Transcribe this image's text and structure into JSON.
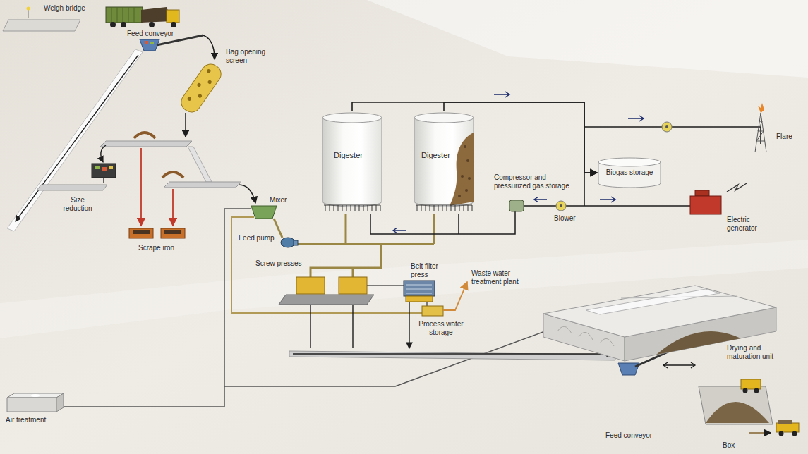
{
  "diagram": {
    "nodes": [
      {
        "text": [
          "Digester"
        ]
      },
      {
        "text": [
          "Digester"
        ]
      },
      {
        "text": [
          "Biogas storage"
        ]
      },
      {
        "text": [
          "Air treatment"
        ]
      }
    ],
    "edges": [
      {
        "from": 0,
        "to": 2,
        "arrow": "to"
      },
      {
        "from": 1,
        "to": 2,
        "arrow": "to"
      }
    ],
    "labels": [
      "Weigh bridge",
      "Feed conveyor",
      "Bag opening screen",
      "Size reduction",
      "Scrape iron",
      "Mixer",
      "Feed pump",
      "Compressor and pressurized gas storage",
      "Flare",
      "Electric generator",
      "Blower",
      "Screw presses",
      "Belt filter press",
      "Process water storage",
      "Waste water treatment plant",
      "Drying and maturation unit",
      "Feed conveyor",
      "Box"
    ]
  }
}
